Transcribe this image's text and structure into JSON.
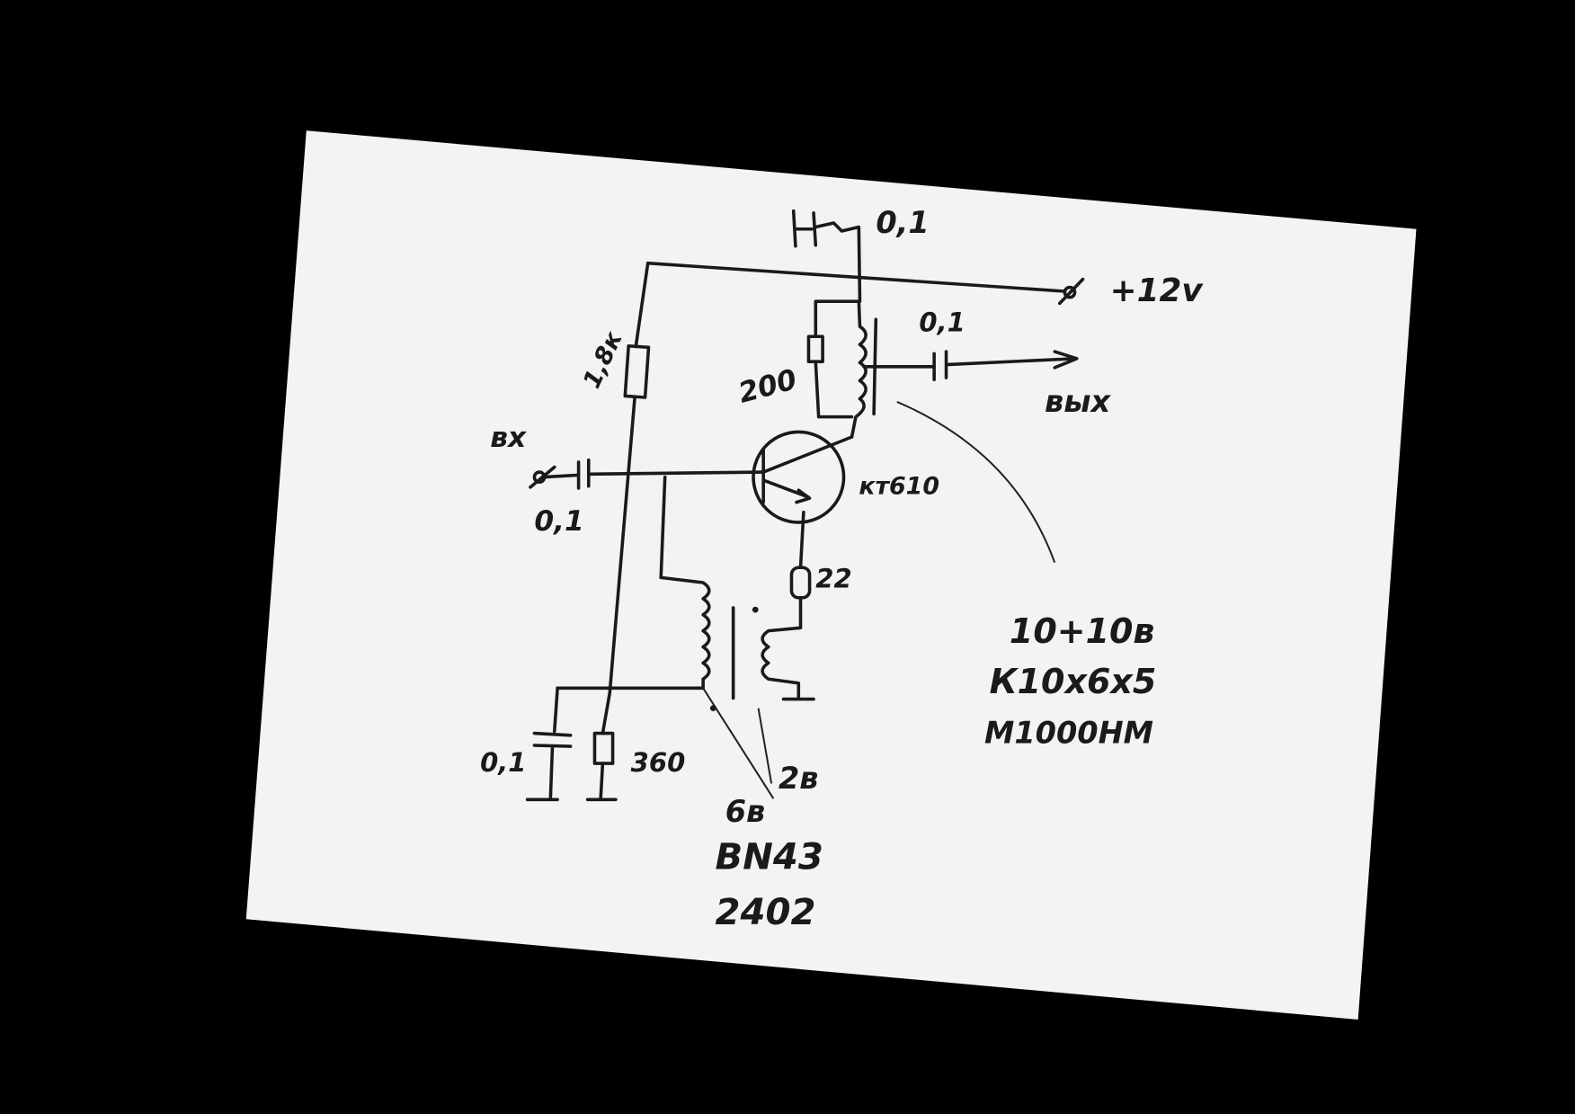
{
  "colors": {
    "background": "#000000",
    "paper": "#f3f3f1",
    "ink": "#1a1a1a"
  },
  "schematic": {
    "supply_cap": "0,1",
    "supply_voltage": "+12v",
    "base_bias_resistor": "1,8к",
    "input_label": "вх",
    "input_cap": "0,1",
    "collector_resistor": "200",
    "output_cap": "0,1",
    "output_label": "вых",
    "transistor": "кт610",
    "emitter_resistor": "22",
    "bottom_cap": "0,1",
    "bottom_resistor": "360",
    "primary_turns": "6в",
    "secondary_turns": "2в",
    "core_type": "BN43",
    "core_part": "2402",
    "transformer_note": [
      "10+10в",
      "К10х6х5",
      "М1000НМ"
    ]
  }
}
